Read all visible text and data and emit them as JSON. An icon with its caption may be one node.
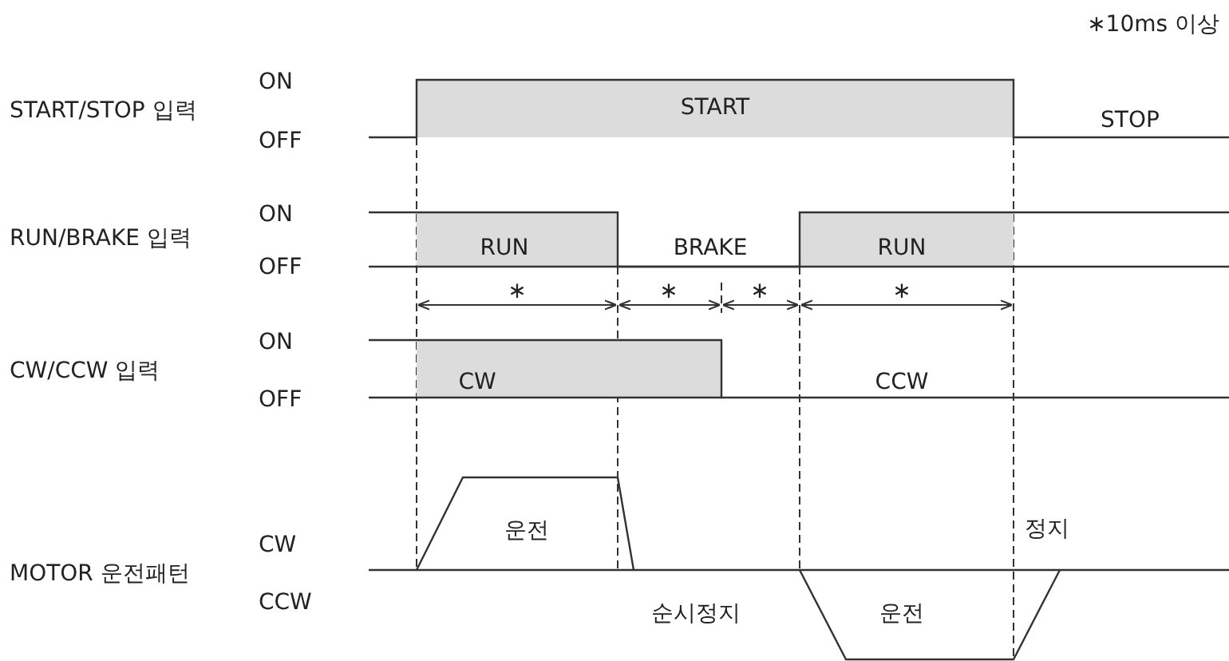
{
  "diagram": {
    "labels": [
      "∗10ms 이상",
      "START/STOP 입력",
      "ON",
      "START",
      "OFF",
      "STOP",
      "ON",
      "RUN/BRAKE 입력",
      "RUN",
      "BRAKE",
      "RUN",
      "OFF",
      "∗",
      "∗",
      "∗",
      "∗",
      "ON",
      "CW/CCW 입력",
      "CW",
      "CCW",
      "OFF",
      "운전",
      "정지",
      "CW",
      "MOTOR 운전패턴",
      "CCW",
      "순시정지",
      "운전"
    ]
  }
}
